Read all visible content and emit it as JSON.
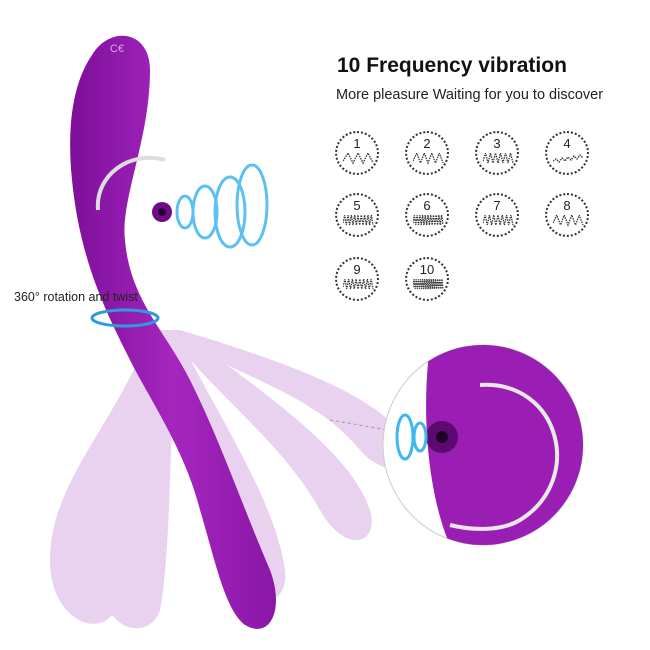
{
  "header": {
    "title": "10 Frequency vibration",
    "subtitle": "More pleasure Waiting for you to discover"
  },
  "rotation_label": "360° rotation and twist",
  "modes": [
    {
      "number": "1",
      "wave": "zigzag-wide"
    },
    {
      "number": "2",
      "wave": "zigzag"
    },
    {
      "number": "3",
      "wave": "zigzag-dense"
    },
    {
      "number": "4",
      "wave": "wave-rising"
    },
    {
      "number": "5",
      "wave": "pulse-bars"
    },
    {
      "number": "6",
      "wave": "pulse-bars-dense"
    },
    {
      "number": "7",
      "wave": "zigzag-tall"
    },
    {
      "number": "8",
      "wave": "sawtooth"
    },
    {
      "number": "9",
      "wave": "burst"
    },
    {
      "number": "10",
      "wave": "flat-dense"
    }
  ],
  "colors": {
    "product": "#9b1fb5",
    "product_light": "#c98fd8",
    "suction_waves": "#3fb6f0"
  }
}
